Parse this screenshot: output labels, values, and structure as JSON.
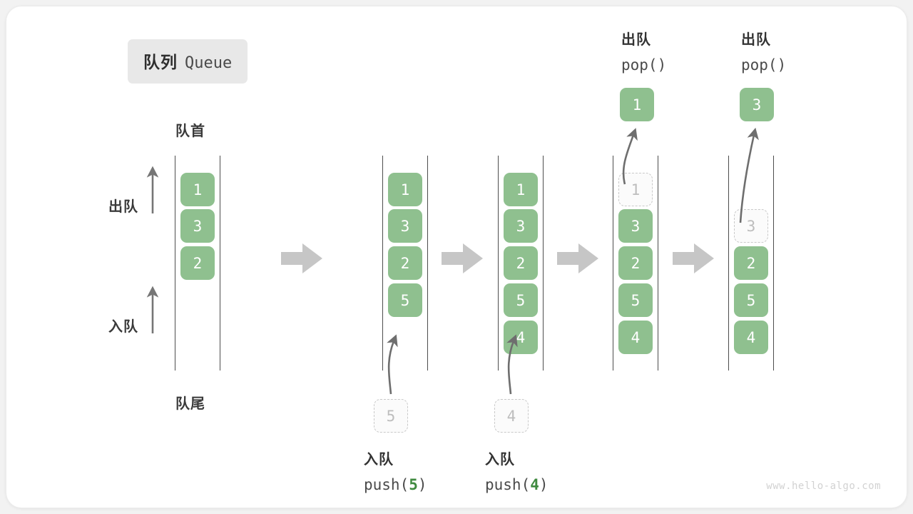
{
  "title": {
    "cn": "队列",
    "en": "Queue"
  },
  "axis_labels": {
    "head": "队首",
    "tail": "队尾"
  },
  "side_ops": [
    {
      "name": "dequeue-arrow-label",
      "cn": "出队"
    },
    {
      "name": "enqueue-arrow-label",
      "cn": "入队"
    }
  ],
  "step_arrow_icon": "right-arrow-icon",
  "columns": [
    {
      "id": "initial",
      "cells": [
        {
          "value": "1",
          "state": "solid"
        },
        {
          "value": "3",
          "state": "solid"
        },
        {
          "value": "2",
          "state": "solid"
        }
      ]
    },
    {
      "id": "after-push-5",
      "cells": [
        {
          "value": "1",
          "state": "solid"
        },
        {
          "value": "3",
          "state": "solid"
        },
        {
          "value": "2",
          "state": "solid"
        },
        {
          "value": "5",
          "state": "solid"
        }
      ]
    },
    {
      "id": "after-push-4",
      "cells": [
        {
          "value": "1",
          "state": "solid"
        },
        {
          "value": "3",
          "state": "solid"
        },
        {
          "value": "2",
          "state": "solid"
        },
        {
          "value": "5",
          "state": "solid"
        },
        {
          "value": "4",
          "state": "solid"
        }
      ]
    },
    {
      "id": "after-pop-1",
      "cells": [
        {
          "value": "1",
          "state": "ghost"
        },
        {
          "value": "3",
          "state": "solid"
        },
        {
          "value": "2",
          "state": "solid"
        },
        {
          "value": "5",
          "state": "solid"
        },
        {
          "value": "4",
          "state": "solid"
        }
      ]
    },
    {
      "id": "after-pop-3",
      "cells": [
        {
          "value": "",
          "state": "empty"
        },
        {
          "value": "3",
          "state": "ghost"
        },
        {
          "value": "2",
          "state": "solid"
        },
        {
          "value": "5",
          "state": "solid"
        },
        {
          "value": "4",
          "state": "solid"
        }
      ]
    }
  ],
  "operations": [
    {
      "id": "push-5",
      "cn": "入队",
      "fn": "push(",
      "arg": "5",
      "fn_close": ")",
      "pending_value": "5"
    },
    {
      "id": "push-4",
      "cn": "入队",
      "fn": "push(",
      "arg": "4",
      "fn_close": ")",
      "pending_value": "4"
    },
    {
      "id": "pop-1",
      "cn": "出队",
      "fn": "pop(",
      "arg": "",
      "fn_close": ")",
      "popped_value": "1"
    },
    {
      "id": "pop-3",
      "cn": "出队",
      "fn": "pop(",
      "arg": "",
      "fn_close": ")",
      "popped_value": "3"
    }
  ],
  "watermark": "www.hello-algo.com",
  "colors": {
    "cell_green": "#8fc08f",
    "ghost_gray": "#c9c9c9",
    "arrow_gray": "#c6c6c6",
    "text_dark": "#333333",
    "accent_green": "#3f8a3f"
  }
}
